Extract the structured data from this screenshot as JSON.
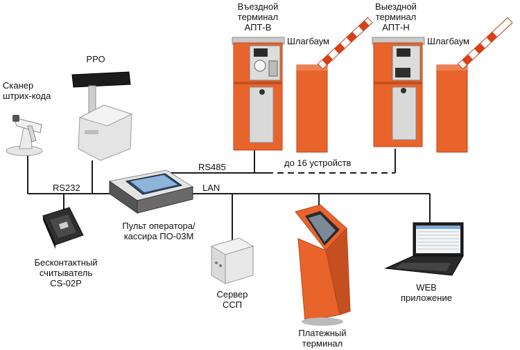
{
  "colors": {
    "orange": "#e8642a",
    "orange_dark": "#b8461a",
    "line": "#1a1a1a",
    "device_grey": "#dcdcdc"
  },
  "labels": {
    "entry_terminal": [
      "Въездной",
      "терминал",
      "АПТ-В"
    ],
    "exit_terminal": [
      "Выездной",
      "терминал",
      "АПТ-Н"
    ],
    "barrier_1": "Шлагбаум",
    "barrier_2": "Шлагбаум",
    "prr": "РРО",
    "scanner": [
      "Сканер",
      "штрих-кода"
    ],
    "rs485": "RS485",
    "up_to_16": "до 16 устройств",
    "rs232": "RS232",
    "lan": "LAN",
    "operator_panel": [
      "Пульт оператора/",
      "кассира ПО-03М"
    ],
    "reader": [
      "Бесконтактный",
      "считыватель",
      "CS-02P"
    ],
    "server": [
      "Сервер",
      "ССП"
    ],
    "payment_terminal": [
      "Платежный",
      "терминал"
    ],
    "web_app": [
      "WEB",
      "приложение"
    ]
  }
}
